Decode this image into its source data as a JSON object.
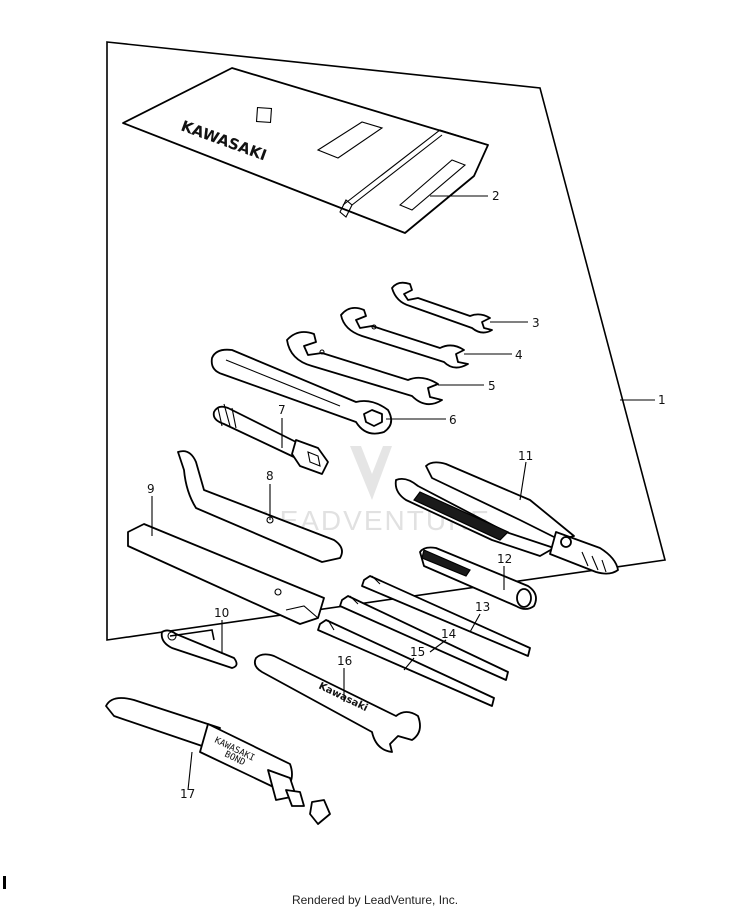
{
  "diagram": {
    "brand_logo_text": "KAWASAKI",
    "bond_tube_text_1": "KAWASAKI",
    "bond_tube_text_2": "BOND",
    "wrench_logo_text": "Kawasaki",
    "watermark_text": "LEADVENTURE",
    "callouts": [
      "1",
      "2",
      "3",
      "4",
      "5",
      "6",
      "7",
      "8",
      "9",
      "10",
      "11",
      "12",
      "13",
      "14",
      "15",
      "16",
      "17"
    ]
  },
  "footer": {
    "text": "Rendered by LeadVenture, Inc."
  }
}
